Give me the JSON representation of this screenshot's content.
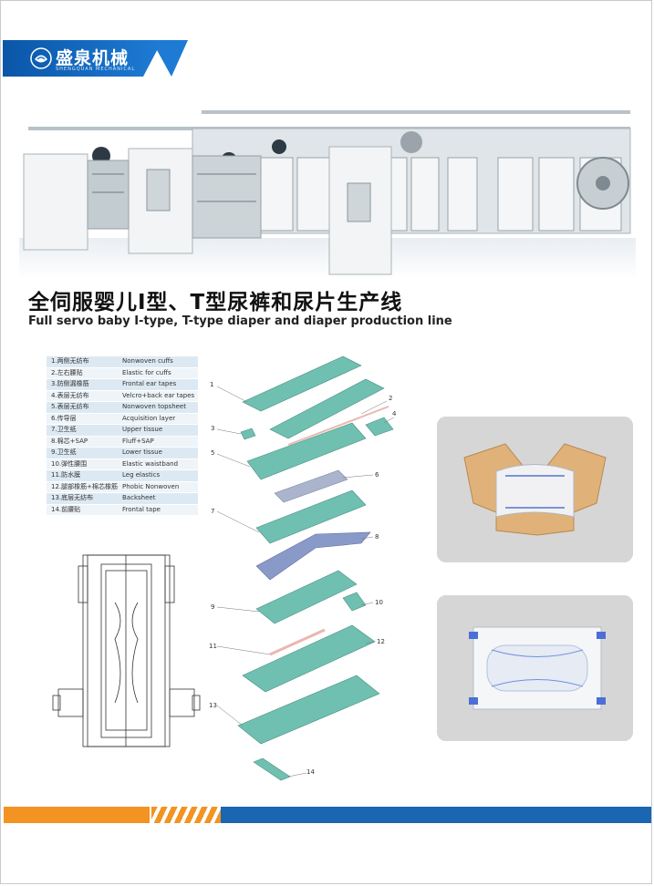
{
  "brand": {
    "name_cn": "盛泉机械",
    "name_en": "SHENGQUAN MECHANICAL",
    "bar_color": "#1e7bd4"
  },
  "title": {
    "cn": "全伺服婴儿I型、T型尿裤和尿片生产线",
    "en": "Full servo baby I-type, T-type diaper and diaper production line"
  },
  "legend": [
    {
      "cn": "1.两侧无纺布",
      "en": "Nonwoven cuffs"
    },
    {
      "cn": "2.左右腰贴",
      "en": "Elastic for cuffs"
    },
    {
      "cn": "3.防侧漏橡筋",
      "en": "Frontal ear tapes"
    },
    {
      "cn": "4.表层无纺布",
      "en": "Velcro+back ear tapes"
    },
    {
      "cn": "5.表层无纺布",
      "en": "Nonwoven topsheet"
    },
    {
      "cn": "6.传导层",
      "en": "Acquisition layer"
    },
    {
      "cn": "7.卫生纸",
      "en": "Upper tissue"
    },
    {
      "cn": "8.棉芯+SAP",
      "en": "Fluff+SAP"
    },
    {
      "cn": "9.卫生纸",
      "en": "Lower tissue"
    },
    {
      "cn": "10.弹性腰围",
      "en": "Elastic waistband"
    },
    {
      "cn": "11.防水膜",
      "en": "Leg elastics"
    },
    {
      "cn": "12.腿部橡筋+棉芯橡筋",
      "en": "Phobic Nonwoven"
    },
    {
      "cn": "13.底层无纺布",
      "en": "Backsheet"
    },
    {
      "cn": "14.前腰贴",
      "en": "Frontal tape"
    }
  ],
  "layer_numbers": [
    "1",
    "2",
    "3",
    "4",
    "5",
    "6",
    "7",
    "8",
    "9",
    "10",
    "11",
    "12",
    "13",
    "14"
  ],
  "colors": {
    "layer_green": "#6fc0b0",
    "layer_blue": "#8a9ac8",
    "layer_pink": "#e8b8b0",
    "accent_orange": "#f39322",
    "accent_blue": "#1a66b3"
  }
}
